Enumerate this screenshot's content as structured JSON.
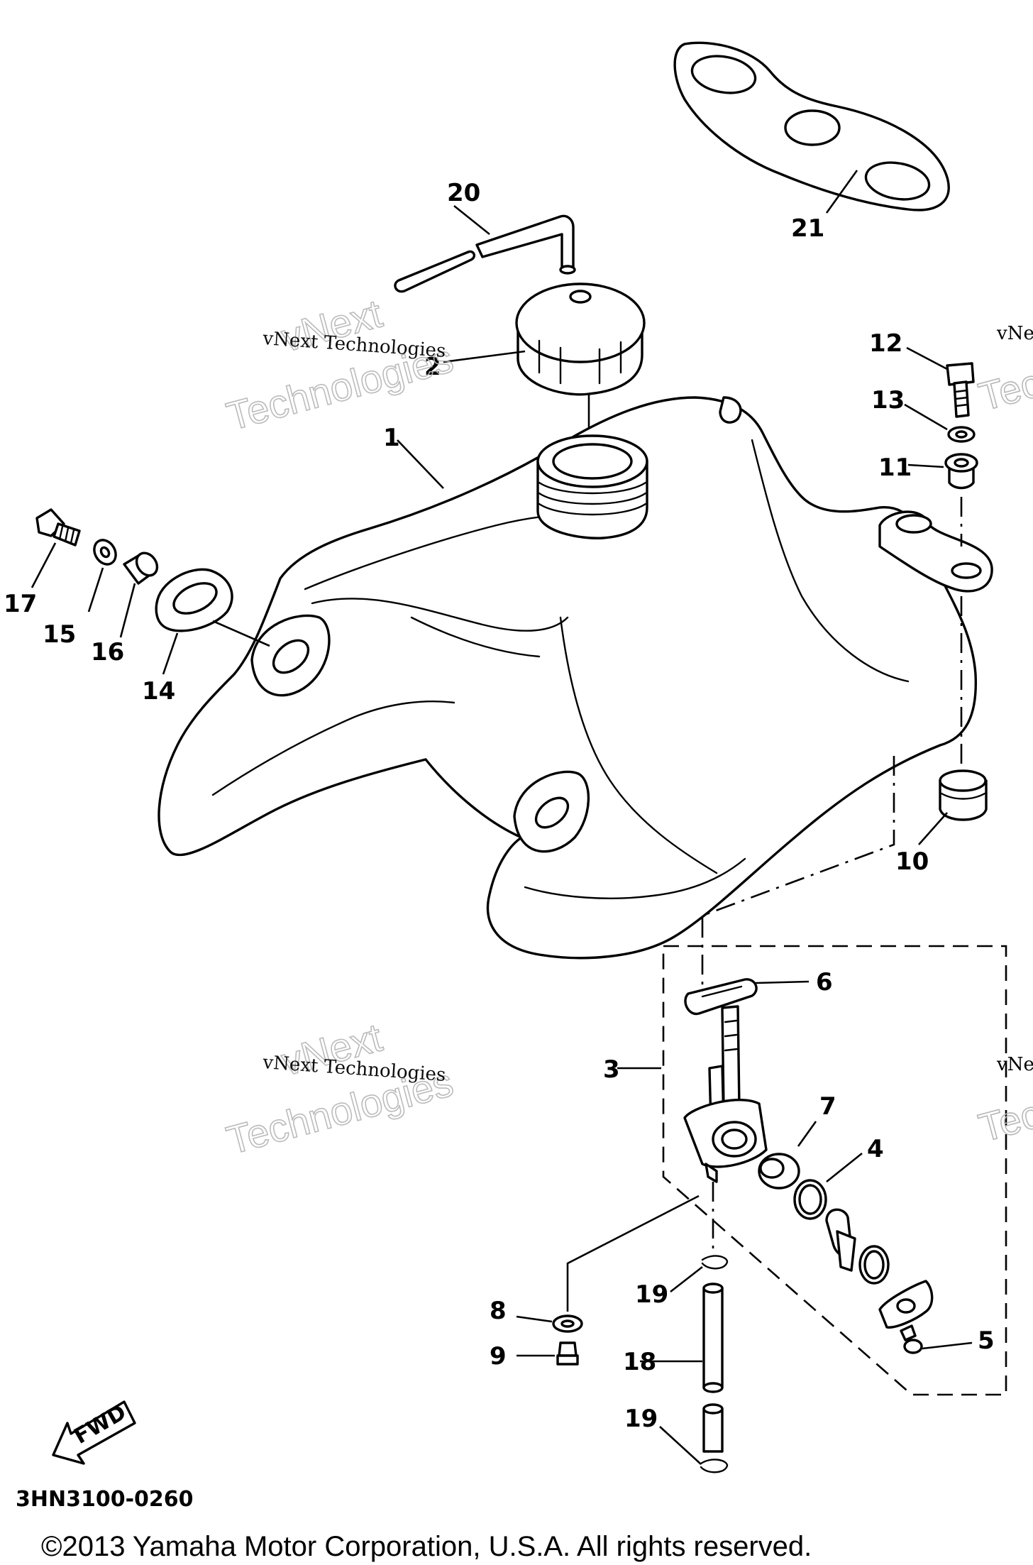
{
  "callouts": {
    "c1": "1",
    "c2": "2",
    "c3": "3",
    "c4": "4",
    "c5": "5",
    "c6": "6",
    "c7": "7",
    "c8": "8",
    "c9": "9",
    "c10": "10",
    "c11": "11",
    "c12": "12",
    "c13": "13",
    "c14": "14",
    "c15": "15",
    "c16": "16",
    "c17": "17",
    "c18": "18",
    "c19a": "19",
    "c19b": "19",
    "c20": "20",
    "c21": "21"
  },
  "watermark": {
    "small": "vNext Technologies",
    "big_line1": "vNext",
    "big_line2": "Technologies",
    "edge_small": "vNe",
    "edge_big": "Tec"
  },
  "fwd_label": "FWD",
  "diagram_code": "3HN3100-0260",
  "copyright": "©2013 Yamaha Motor Corporation, U.S.A. All rights reserved."
}
